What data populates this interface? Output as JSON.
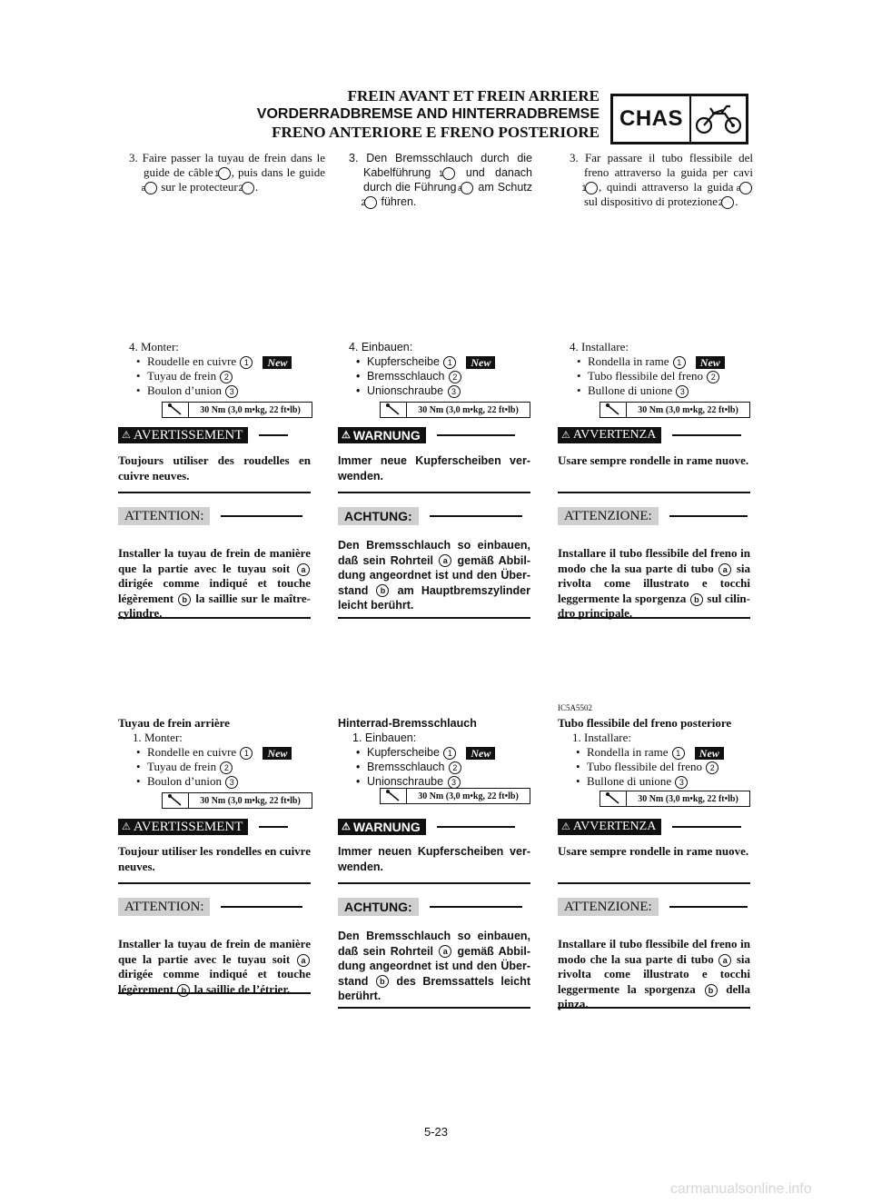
{
  "header": {
    "title_fr": "FREIN AVANT ET FREIN ARRIERE",
    "title_de": "VORDERRADBREMSE AND HINTERRADBREMSE",
    "title_it": "FRENO ANTERIORE E FRENO POSTERIORE",
    "section_code": "CHAS",
    "icon": "motorcycle-icon"
  },
  "common": {
    "new_badge": "New",
    "torque": "30 Nm (3,0 m•kg, 22 ft•lb)",
    "bullet": "•"
  },
  "fr": {
    "step3_num": "3.",
    "step3_a": "Faire passer la tuyau de frein dans le guide de câble ",
    "step3_b": ", puis dans le guide ",
    "step3_c": " sur le protecteur ",
    "step3_d": ".",
    "step4": "4. Monter:",
    "items": [
      "Roudelle en cuivre ",
      "Tuyau de frein ",
      "Boulon d’union "
    ],
    "warning_label": "AVERTISSEMENT",
    "warning_text": "Toujours utiliser des roudelles en cuivre neuves.",
    "caution_label": "ATTENTION:",
    "caution_text_a": "Installer la tuyau de frein de manière que la partie avec le tuyau soit ",
    "caution_text_b": " dirigée comme indiqué et touche légèrement ",
    "caution_text_c": " la saillie sur le maître-cylindre.",
    "rear_title": "Tuyau de frein arrière",
    "rear_step1": "1. Monter:",
    "rear_items": [
      "Rondelle en cuivre ",
      "Tuyau de frein ",
      "Boulon d’union "
    ],
    "rear_warning_text": "Toujour utiliser les rondelles en cuivre neuves.",
    "rear_caution_text_a": "Installer la tuyau de frein de manière que la partie avec le tuyau soit ",
    "rear_caution_text_b": " dirigée comme indiqué et touche légèrement ",
    "rear_caution_text_c": " la saillie de l’étrier."
  },
  "de": {
    "step3_num": "3.",
    "step3_a": "Den Bremsschlauch durch die Kabelführung ",
    "step3_b": " und danach durch die Führung ",
    "step3_c": " am Schutz ",
    "step3_d": " führen.",
    "step4": "4. Einbauen:",
    "items": [
      "Kupferscheibe ",
      "Bremsschlauch ",
      "Unionschraube "
    ],
    "warning_label": "WARNUNG",
    "warning_text": "Immer neue Kupferscheiben ver-wenden.",
    "caution_label": "ACHTUNG:",
    "caution_text_a": "Den Bremsschlauch so einbauen, daß sein Rohrteil ",
    "caution_text_b": " gemäß Abbil-dung angeordnet ist und den Über-stand ",
    "caution_text_c": " am Hauptbremszylinder leicht berührt.",
    "rear_title": "Hinterrad-Bremsschlauch",
    "rear_step1": "1. Einbauen:",
    "rear_items": [
      "Kupferscheibe ",
      "Bremsschlauch ",
      "Unionschraube "
    ],
    "rear_warning_text": "Immer neuen Kupferscheiben ver-wenden.",
    "rear_caution_text_a": "Den Bremsschlauch so einbauen, daß sein Rohrteil ",
    "rear_caution_text_b": " gemäß Abbil-dung angeordnet ist und den Über-stand ",
    "rear_caution_text_c": " des Bremssattels leicht berührt."
  },
  "it": {
    "step3_num": "3.",
    "step3_a": "Far passare il tubo flessibile del freno attraverso la guida per cavi ",
    "step3_b": ", quindi attraverso la guida ",
    "step3_c": " sul dispositivo di protezione ",
    "step3_d": ".",
    "step4": "4. Installare:",
    "items": [
      "Rondella in rame ",
      "Tubo flessibile del freno ",
      "Bullone di unione "
    ],
    "warning_label": "AVVERTENZA",
    "warning_text": "Usare sempre rondelle in rame nuove.",
    "caution_label": "ATTENZIONE:",
    "caution_text_a": "Installare il tubo flessibile del freno in modo che la sua parte di tubo ",
    "caution_text_b": " sia rivolta come illustrato e tocchi leggermente la sporgenza ",
    "caution_text_c": " sul cilin-dro principale.",
    "rear_code": "IC5A5502",
    "rear_title": "Tubo flessibile del freno posteriore",
    "rear_step1": "1. Installare:",
    "rear_items": [
      "Rondella in rame ",
      "Tubo flessibile del freno ",
      "Bullone di unione "
    ],
    "rear_warning_text": "Usare sempre rondelle in rame nuove.",
    "rear_caution_text_a": "Installare il tubo flessibile del freno in modo che la sua parte di tubo ",
    "rear_caution_text_b": " sia rivolta come illustrato e tocchi leggermente la sporgenza ",
    "rear_caution_text_c": " della pinza."
  },
  "refs": {
    "n1": "1",
    "n2": "2",
    "n3": "3",
    "la": "a",
    "lb": "b"
  },
  "page_number": "5-23",
  "watermark": "carmanualsonline.info"
}
